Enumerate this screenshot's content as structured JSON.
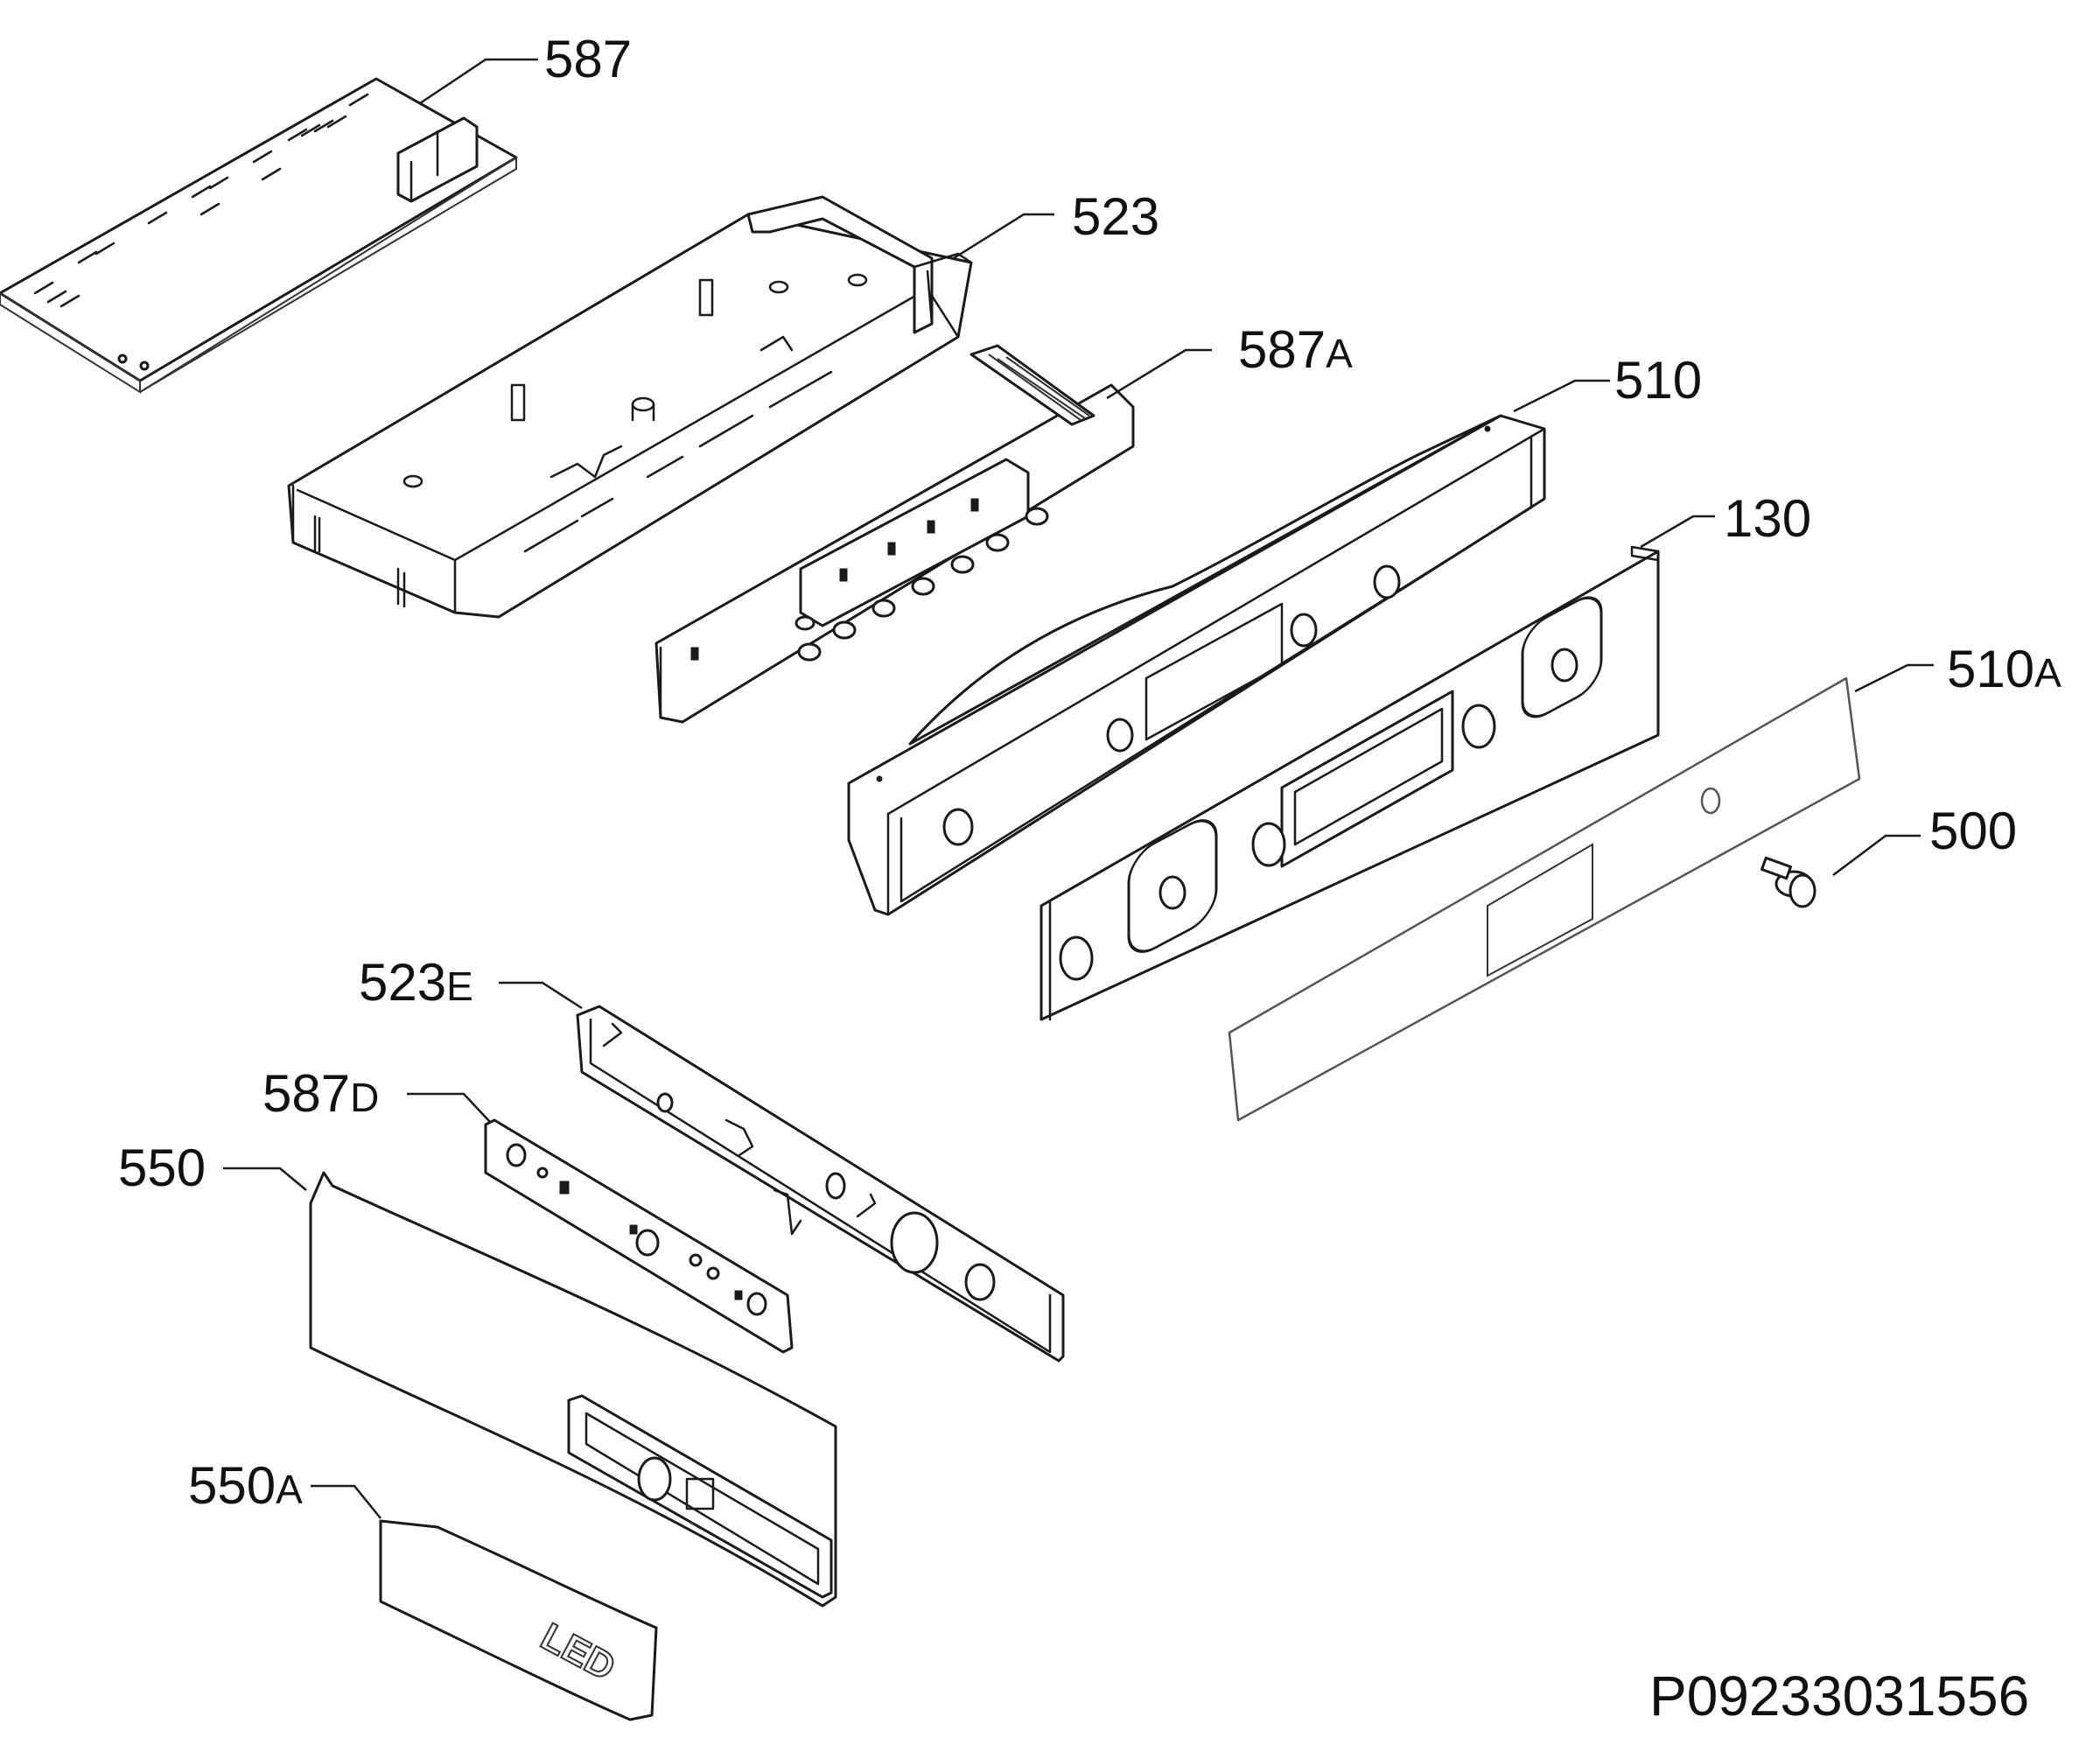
{
  "callouts": {
    "c587": "587",
    "c523": "523",
    "c587a_num": "587",
    "c587a_suffix": "A",
    "c510": "510",
    "c130": "130",
    "c510a_num": "510",
    "c510a_suffix": "A",
    "c500": "500",
    "c523e_num": "523",
    "c523e_suffix": "E",
    "c587d_num": "587",
    "c587d_suffix": "D",
    "c550": "550",
    "c550a_num": "550",
    "c550a_suffix": "A"
  },
  "cover_marking": "LED",
  "drawing_number": "P09233031556",
  "colors": {
    "line": "#1a1a1a",
    "background": "#ffffff"
  }
}
